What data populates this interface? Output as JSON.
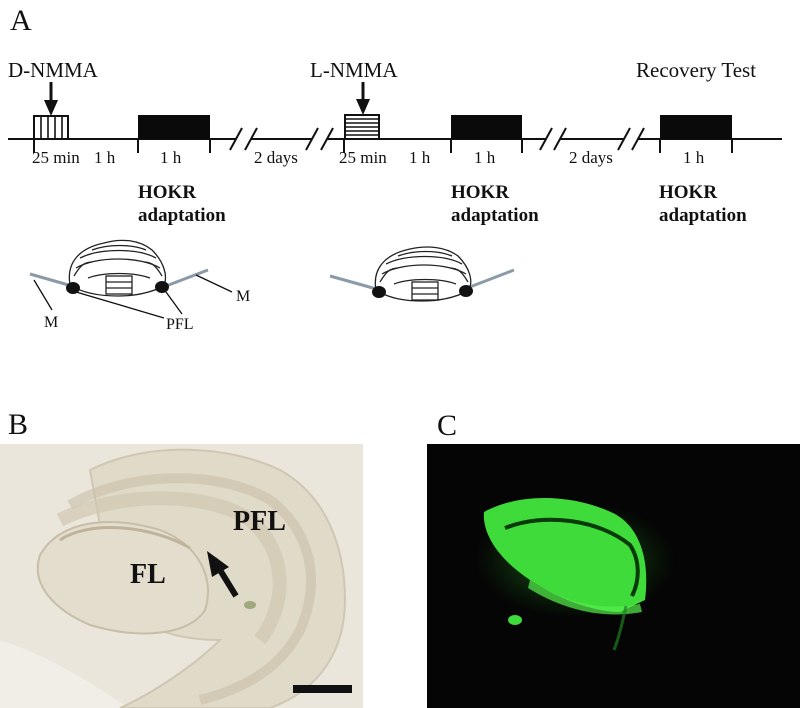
{
  "panels": {
    "a": {
      "letter": "A"
    },
    "b": {
      "letter": "B"
    },
    "c": {
      "letter": "C"
    }
  },
  "timeline": {
    "drug1": "D-NMMA",
    "drug2": "L-NMMA",
    "recovery": "Recovery Test",
    "infusion1": "25 min",
    "gap1": "1 h",
    "session1": "1 h",
    "interval1": "2 days",
    "infusion2": "25 min",
    "gap2": "1 h",
    "session2": "1 h",
    "interval2": "2 days",
    "session3": "1 h"
  },
  "captions": [
    {
      "line1": "HOKR",
      "line2": "adaptation"
    },
    {
      "line1": "HOKR",
      "line2": "adaptation"
    },
    {
      "line1": "HOKR",
      "line2": "adaptation"
    }
  ],
  "schematic": {
    "m_right": "M",
    "m_left": "M",
    "pfl": "PFL"
  },
  "histology": {
    "fl": "FL",
    "pfl": "PFL"
  },
  "colors": {
    "fluorescence": "#39e23a",
    "section_background": "#e6e1d6",
    "dark_field": "#050505"
  }
}
